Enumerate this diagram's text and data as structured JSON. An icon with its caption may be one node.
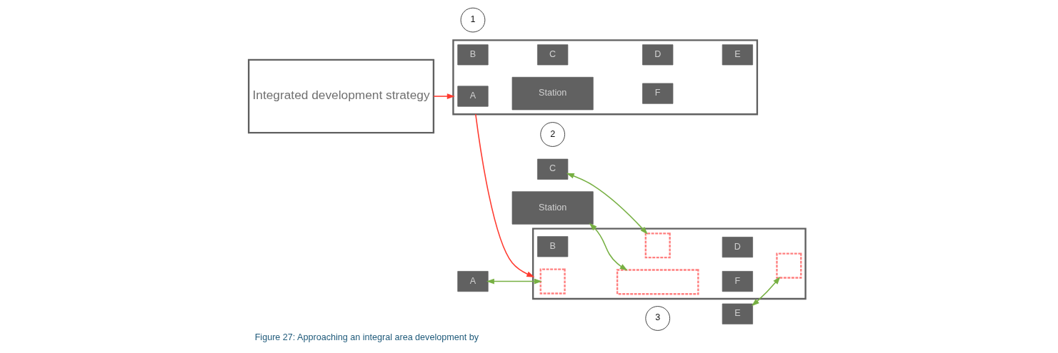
{
  "diagram": {
    "caption": "Figure 27: Approaching an integral area development by",
    "nodes": [
      {
        "text": [
          "Integrated development strategy"
        ]
      },
      {
        "text": [
          "1"
        ]
      },
      {
        "text": [],
        "shape": "box"
      },
      {
        "text": [
          "A"
        ],
        "in": 2
      },
      {
        "text": [
          "Station"
        ],
        "in": 2
      },
      {
        "text": [
          "F"
        ],
        "in": 2
      },
      {
        "text": [
          "B"
        ],
        "in": 2
      },
      {
        "text": [
          "C"
        ],
        "in": 2
      },
      {
        "text": [
          "D"
        ],
        "in": 2
      },
      {
        "text": [
          "E"
        ],
        "in": 2
      },
      {
        "text": [
          "2"
        ]
      },
      {
        "text": [
          "A"
        ]
      },
      {
        "text": [
          "Station"
        ]
      },
      {
        "text": [],
        "shape": "box"
      },
      {
        "text": [],
        "shape": "box",
        "in": 13
      },
      {
        "text": [],
        "shape": "box",
        "in": 13
      },
      {
        "text": [
          "F"
        ],
        "in": 13
      },
      {
        "text": [
          "B"
        ],
        "in": 13
      },
      {
        "text": [],
        "shape": "box",
        "in": 13
      },
      {
        "text": [
          "D"
        ],
        "in": 13
      },
      {
        "text": [],
        "shape": "box",
        "in": 13
      },
      {
        "text": [
          "3"
        ]
      },
      {
        "text": [
          "C"
        ]
      },
      {
        "text": [
          "E"
        ]
      }
    ],
    "edges": [
      {
        "from": 0,
        "to": 2,
        "arrow": "to",
        "color": "#ff3b30"
      },
      {
        "from": 2,
        "to": 13,
        "arrow": "to",
        "color": "#ff3b30"
      },
      {
        "from": 11,
        "to": 14,
        "arrow": "both"
      },
      {
        "from": 12,
        "to": 15,
        "arrow": "both"
      },
      {
        "from": 22,
        "to": 18,
        "arrow": "both"
      },
      {
        "from": 23,
        "to": 20,
        "arrow": "both"
      }
    ]
  }
}
